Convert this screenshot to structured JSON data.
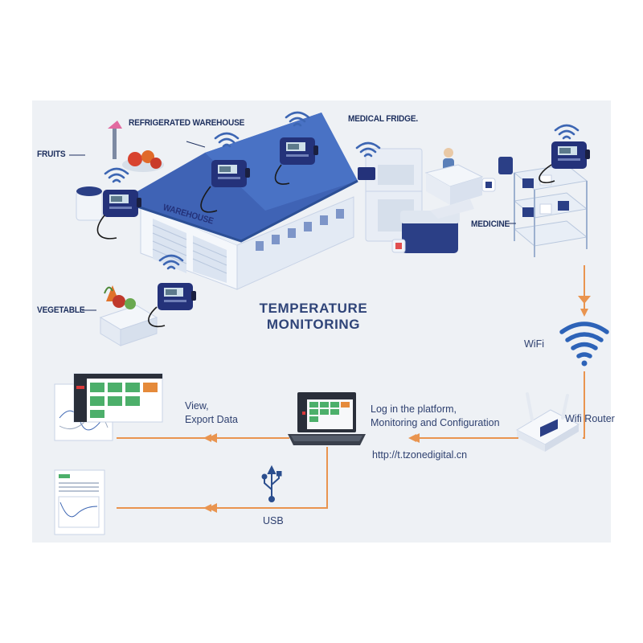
{
  "title": {
    "line1": "TEMPERATURE",
    "line2": "MONITORING"
  },
  "labels": {
    "fruits": "FRUITS",
    "refrigerated_warehouse": "REFRIGERATED WAREHOUSE",
    "warehouse": "WAREHOUSE",
    "medical_fridge": "MEDICAL FRIDGE.",
    "medicine": "MEDICINE",
    "vegetable": "VEGETABLE"
  },
  "flow": {
    "wifi": "WiFi",
    "wifi_router": "Wifi Router",
    "login_line1": "Log in the platform,",
    "login_line2": "Monitoring and Configuration",
    "url": "http://t.tzonedigital.cn",
    "view_line1": "View,",
    "view_line2": "Export Data",
    "usb": "USB"
  },
  "colors": {
    "arrow": "#e9944f",
    "text_dark": "#1d2f5e",
    "device_blue": "#24327a",
    "wifi_blue": "#2d63b8",
    "roof_blue": "#3f63b5",
    "building_white": "#f4f7fb",
    "panel_bg": "#eef1f5"
  }
}
